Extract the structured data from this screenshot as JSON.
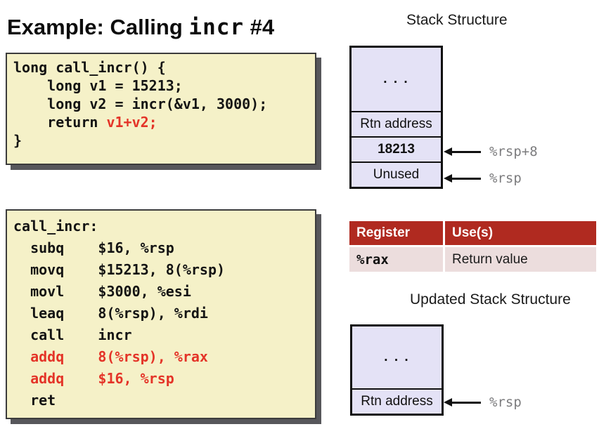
{
  "title": {
    "prefix": "Example: Calling ",
    "mono": "incr",
    "suffix": " #4"
  },
  "headings": {
    "stack": "Stack Structure",
    "updated_stack": "Updated Stack Structure"
  },
  "c_code": {
    "line0": "long call_incr() {",
    "line1": "    long v1 = 15213;",
    "line2": "    long v2 = incr(&v1, 3000);",
    "line3_prefix": "    return ",
    "line3_red": "v1+v2;",
    "line4": "}"
  },
  "asm_code": {
    "lines": [
      "call_incr:",
      "  subq    $16, %rsp",
      "  movq    $15213, 8(%rsp)",
      "  movl    $3000, %esi",
      "  leaq    8(%rsp), %rdi",
      "  call    incr",
      "  addq    8(%rsp), %rax",
      "  addq    $16, %rsp",
      "  ret"
    ]
  },
  "stack_structure": {
    "cells": [
      ". . .",
      "Rtn address",
      "18213",
      "Unused"
    ],
    "pointers": [
      {
        "label": "%rsp+8"
      },
      {
        "label": "%rsp"
      }
    ]
  },
  "updated_stack_structure": {
    "cells": [
      ". . .",
      "Rtn address"
    ],
    "pointers": [
      {
        "label": "%rsp"
      }
    ]
  },
  "register_table": {
    "headers": [
      "Register",
      "Use(s)"
    ],
    "rows": [
      {
        "register": "%rax",
        "use": "Return value"
      }
    ]
  },
  "colors": {
    "code_box_bg": "#F5F1C8",
    "code_red": "#E43428",
    "stack_cell_bg": "#E4E2F6",
    "stack_border": "#111111",
    "table_header_bg": "#B02A20",
    "table_row_bg": "#ECDDDD",
    "pointer_label_gray": "#7C7C7E",
    "box_shadow": "#57575B"
  }
}
